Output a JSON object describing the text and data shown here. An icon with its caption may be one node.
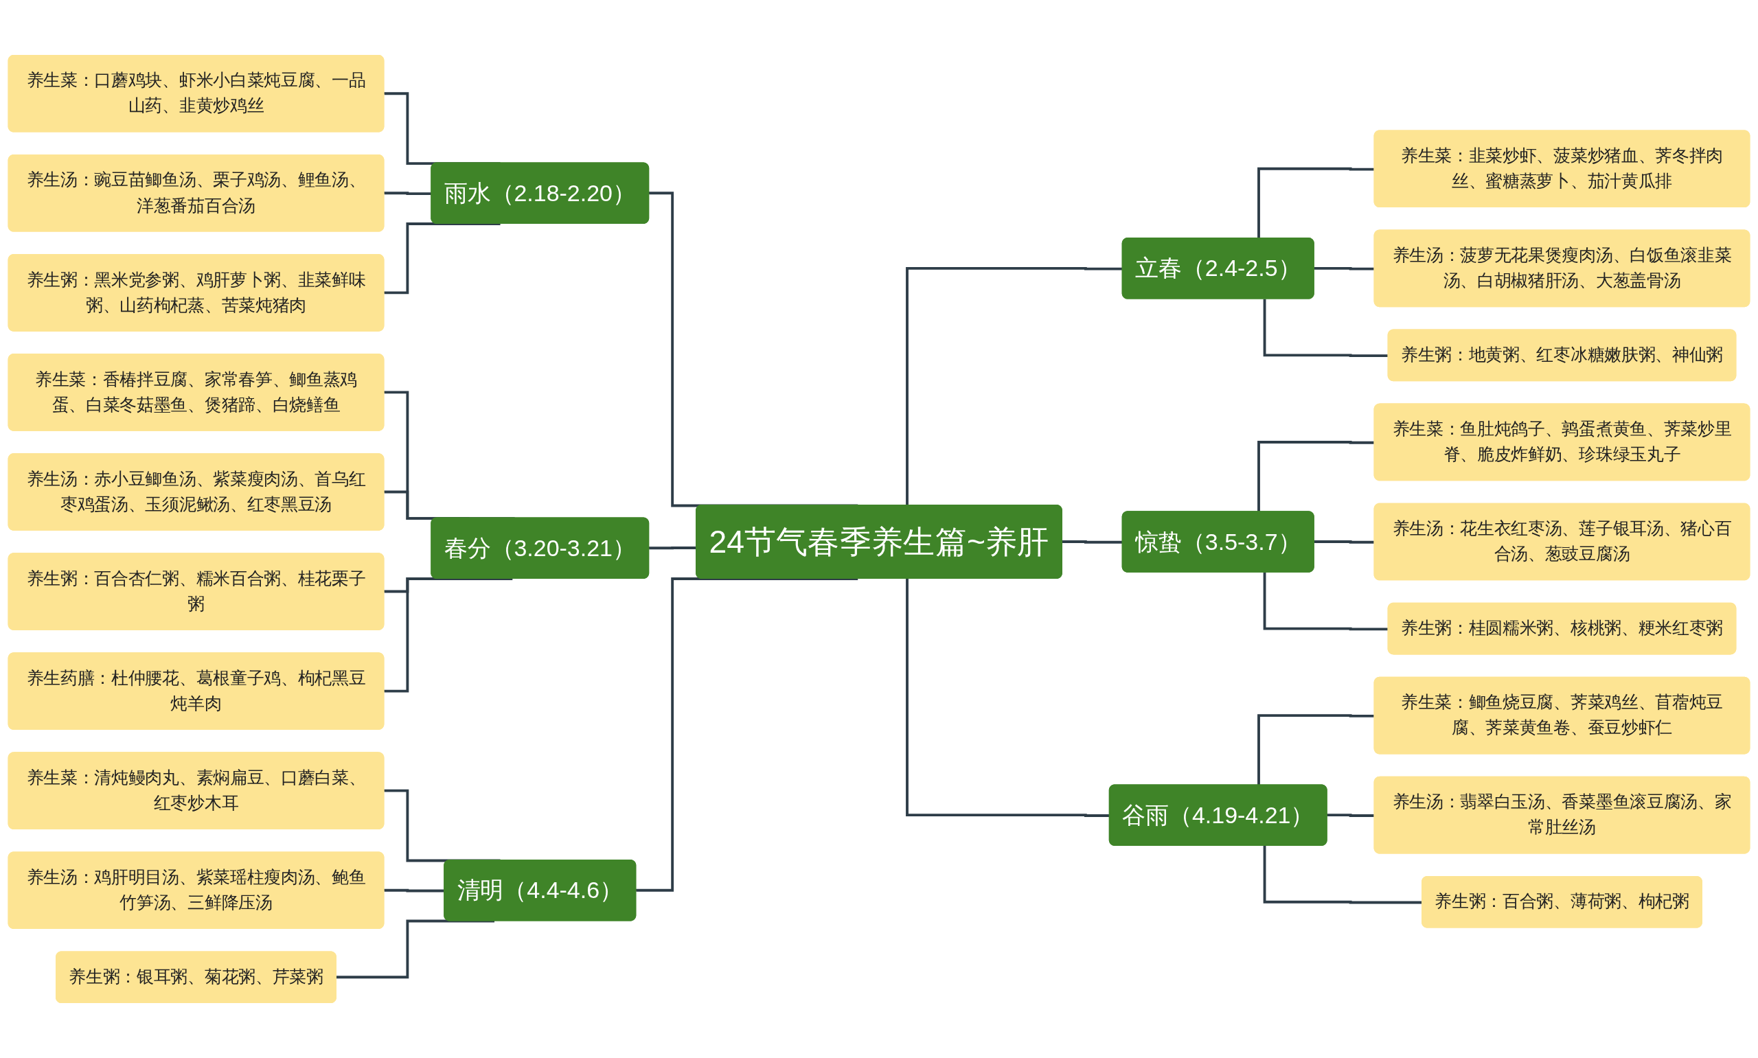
{
  "diagram": {
    "nodes": [
      {
        "text": [
          "24节气春季养生篇~养肝"
        ]
      },
      {
        "text": [
          "雨水（2.18-2.20）"
        ]
      },
      {
        "text": [
          "养生菜：口蘑鸡块、虾米小白菜炖豆腐、一品山药、韭黄炒鸡丝"
        ]
      },
      {
        "text": [
          "养生汤：豌豆苗鲫鱼汤、栗子鸡汤、鲤鱼汤、洋葱番茄百合汤"
        ]
      },
      {
        "text": [
          "养生粥：黑米党参粥、鸡肝萝卜粥、韭菜鲜味粥、山药枸杞蒸、苦菜炖猪肉"
        ]
      },
      {
        "text": [
          "春分（3.20-3.21）"
        ]
      },
      {
        "text": [
          "养生菜：香椿拌豆腐、家常春笋、鲫鱼蒸鸡蛋、白菜冬菇墨鱼、煲猪蹄、白烧鳝鱼"
        ]
      },
      {
        "text": [
          "养生汤：赤小豆鲫鱼汤、紫菜瘦肉汤、首乌红枣鸡蛋汤、玉须泥鳅汤、红枣黑豆汤"
        ]
      },
      {
        "text": [
          "养生粥：百合杏仁粥、糯米百合粥、桂花栗子粥"
        ]
      },
      {
        "text": [
          "养生药膳：杜仲腰花、葛根童子鸡、枸杞黑豆炖羊肉"
        ]
      },
      {
        "text": [
          "清明（4.4-4.6）"
        ]
      },
      {
        "text": [
          "养生菜：清炖鳗肉丸、素焖扁豆、口蘑白菜、红枣炒木耳"
        ]
      },
      {
        "text": [
          "养生汤：鸡肝明目汤、紫菜瑶柱瘦肉汤、鲍鱼竹笋汤、三鲜降压汤"
        ]
      },
      {
        "text": [
          "养生粥：银耳粥、菊花粥、芹菜粥"
        ]
      },
      {
        "text": [
          "立春（2.4-2.5）"
        ]
      },
      {
        "text": [
          "养生菜：韭菜炒虾、菠菜炒猪血、荠冬拌肉丝、蜜糖蒸萝卜、茄汁黄瓜排"
        ]
      },
      {
        "text": [
          "养生汤：菠萝无花果煲瘦肉汤、白饭鱼滚韭菜汤、白胡椒猪肝汤、大葱盖骨汤"
        ]
      },
      {
        "text": [
          "养生粥：地黄粥、红枣冰糖嫩肤粥、神仙粥"
        ]
      },
      {
        "text": [
          "惊蛰（3.5-3.7）"
        ]
      },
      {
        "text": [
          "养生菜：鱼肚炖鸽子、鹑蛋煮黄鱼、荠菜炒里脊、脆皮炸鲜奶、珍珠绿玉丸子"
        ]
      },
      {
        "text": [
          "养生汤：花生衣红枣汤、莲子银耳汤、猪心百合汤、葱豉豆腐汤"
        ]
      },
      {
        "text": [
          "养生粥：桂圆糯米粥、核桃粥、粳米红枣粥"
        ]
      },
      {
        "text": [
          "谷雨（4.19-4.21）"
        ]
      },
      {
        "text": [
          "养生菜：鲫鱼烧豆腐、荠菜鸡丝、苜蓿炖豆腐、荠菜黄鱼卷、蚕豆炒虾仁"
        ]
      },
      {
        "text": [
          "养生汤：翡翠白玉汤、香菜墨鱼滚豆腐汤、家常肚丝汤"
        ]
      },
      {
        "text": [
          "养生粥：百合粥、薄荷粥、枸杞粥"
        ]
      }
    ],
    "edges": [
      {
        "from": 2,
        "to": 1,
        "arrow": "none"
      },
      {
        "from": 3,
        "to": 1,
        "arrow": "none"
      },
      {
        "from": 4,
        "to": 1,
        "arrow": "none"
      },
      {
        "from": 1,
        "to": 0,
        "arrow": "none"
      },
      {
        "from": 6,
        "to": 5,
        "arrow": "none"
      },
      {
        "from": 7,
        "to": 5,
        "arrow": "none"
      },
      {
        "from": 8,
        "to": 5,
        "arrow": "none"
      },
      {
        "from": 9,
        "to": 5,
        "arrow": "none"
      },
      {
        "from": 5,
        "to": 0,
        "arrow": "none"
      },
      {
        "from": 11,
        "to": 10,
        "arrow": "none"
      },
      {
        "from": 12,
        "to": 10,
        "arrow": "none"
      },
      {
        "from": 13,
        "to": 10,
        "arrow": "none"
      },
      {
        "from": 10,
        "to": 0,
        "arrow": "none"
      },
      {
        "from": 0,
        "to": 14,
        "arrow": "none"
      },
      {
        "from": 14,
        "to": 15,
        "arrow": "none"
      },
      {
        "from": 14,
        "to": 16,
        "arrow": "none"
      },
      {
        "from": 14,
        "to": 17,
        "arrow": "none"
      },
      {
        "from": 0,
        "to": 18,
        "arrow": "none"
      },
      {
        "from": 18,
        "to": 19,
        "arrow": "none"
      },
      {
        "from": 18,
        "to": 20,
        "arrow": "none"
      },
      {
        "from": 18,
        "to": 21,
        "arrow": "none"
      },
      {
        "from": 0,
        "to": 22,
        "arrow": "none"
      },
      {
        "from": 22,
        "to": 23,
        "arrow": "none"
      },
      {
        "from": 22,
        "to": 24,
        "arrow": "none"
      },
      {
        "from": 22,
        "to": 25,
        "arrow": "none"
      }
    ]
  }
}
